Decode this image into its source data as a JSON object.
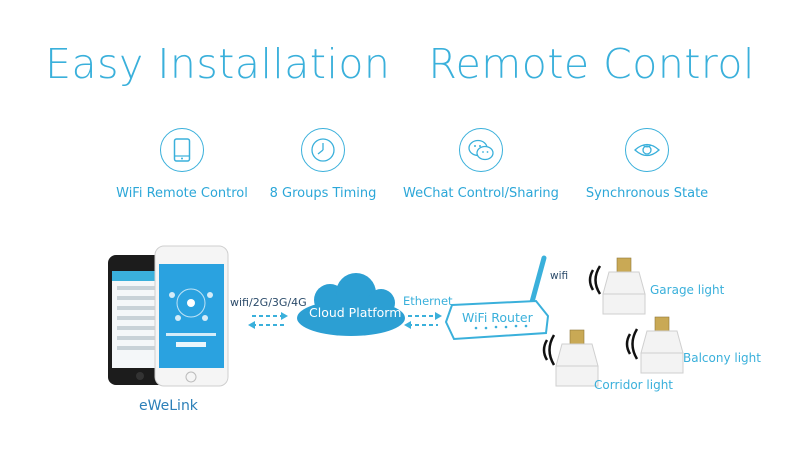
{
  "headline": {
    "left": "Easy Installation",
    "right": "Remote Control"
  },
  "features": [
    {
      "label": "WiFi Remote Control",
      "icon": "smartphone-icon"
    },
    {
      "label": "8 Groups Timing",
      "icon": "clock-icon"
    },
    {
      "label": "WeChat Control/Sharing",
      "icon": "wechat-icon"
    },
    {
      "label": "Synchronous State",
      "icon": "eye-icon"
    }
  ],
  "diagram": {
    "app_label": "eWeLink",
    "link1_label": "wifi/2G/3G/4G",
    "cloud_label": "Cloud Platform",
    "link2_label": "Ethernet",
    "router_label": "WiFi Router",
    "wifi_label": "wifi",
    "lights": [
      {
        "label": "Garage light"
      },
      {
        "label": "Balcony light"
      },
      {
        "label": "Corridor light"
      }
    ]
  },
  "colors": {
    "accent": "#3ab0db",
    "cloud": "#2c9fd3",
    "phone_black": "#1a1a1a",
    "socket": "#f2f2f2"
  }
}
